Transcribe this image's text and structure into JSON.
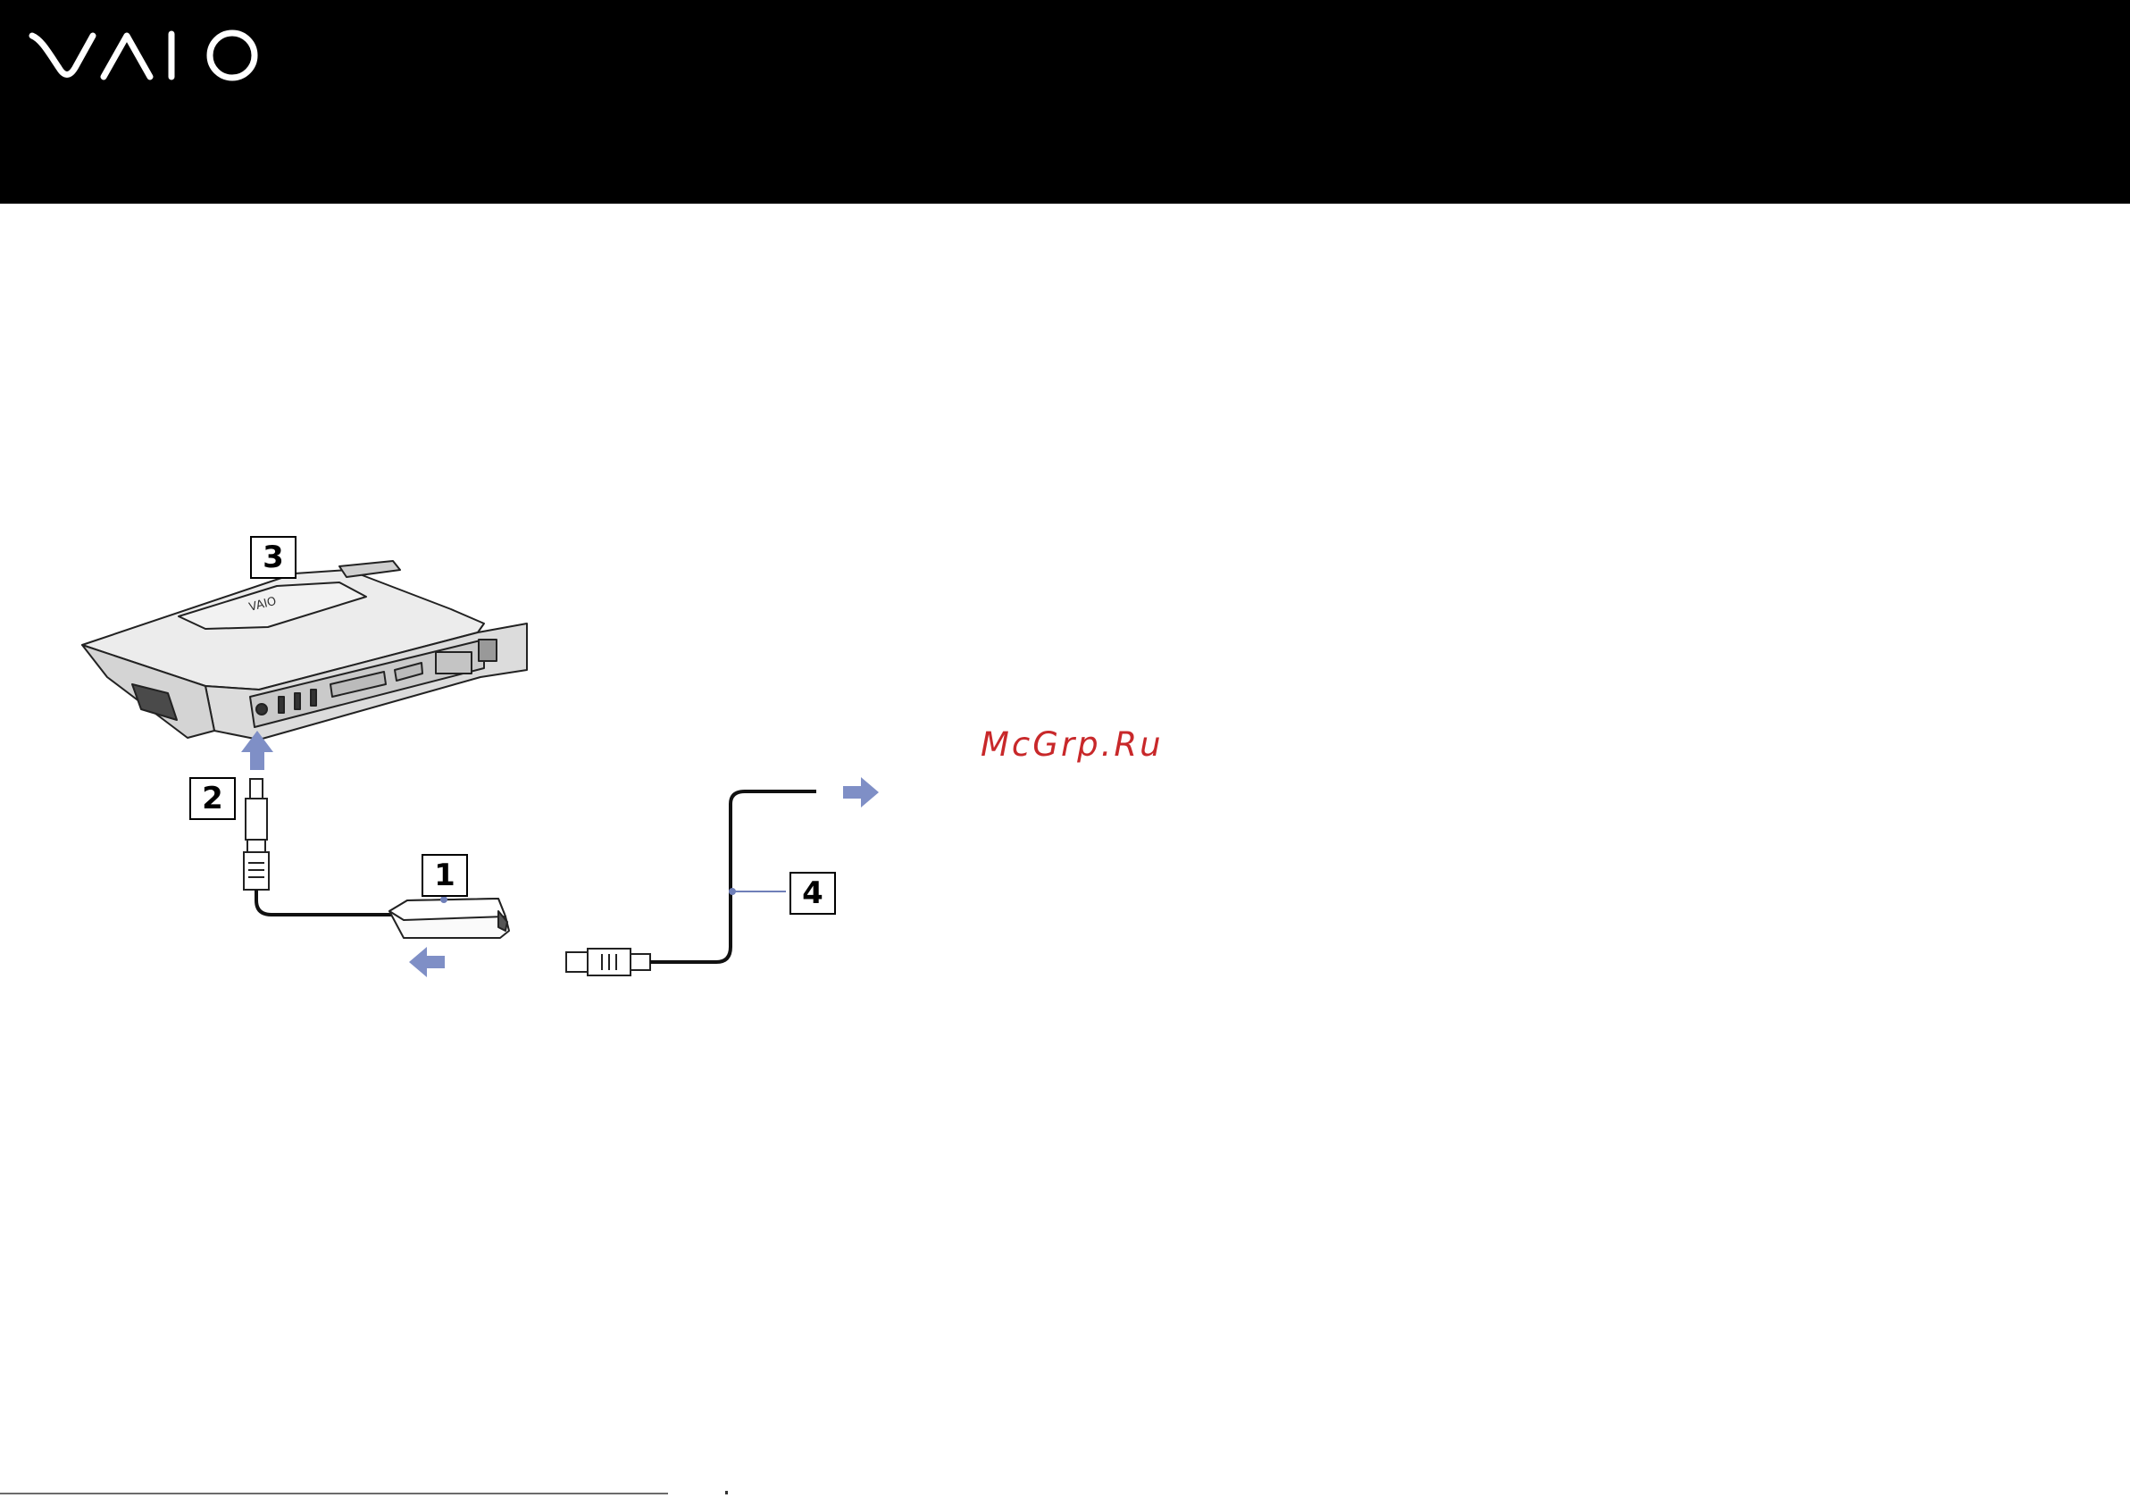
{
  "header": {
    "logo_icon": "vaio-logo",
    "background": "#000000"
  },
  "figure": {
    "callouts": [
      "1",
      "2",
      "3",
      "4"
    ],
    "arrow_color": "#7f8fc6"
  },
  "watermark": {
    "text": "McGrp.Ru",
    "color": "#c8282a"
  }
}
